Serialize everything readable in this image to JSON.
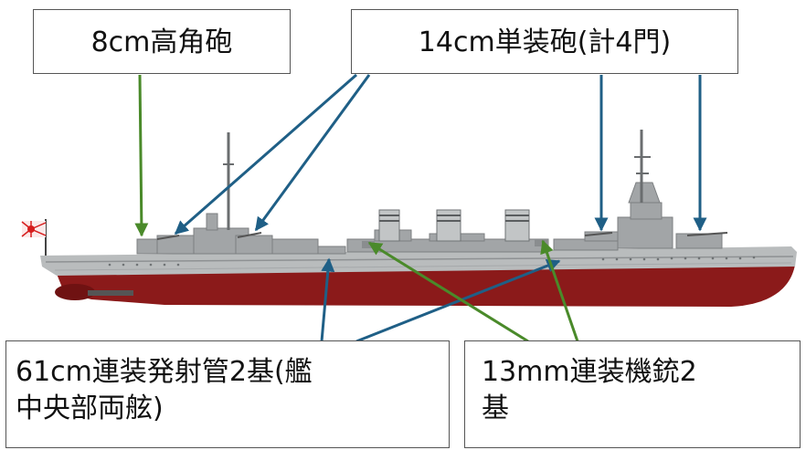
{
  "labels": {
    "aa_gun": "8cm高角砲",
    "main_guns": "14cm単装砲(計4門)",
    "torpedo_line1": "61cm連装発射管2基(艦",
    "torpedo_line2": "中央部両舷)",
    "mg_line1": "13mm連装機銃2",
    "mg_line2": "基"
  },
  "colors": {
    "green_arrow": "#4a8a2a",
    "blue_arrow": "#1f5f86",
    "hull_red": "#8b1a1a",
    "hull_grey": "#b9bcbd",
    "deck_grey": "#a2a5a7",
    "ensign_red": "#d61c1c"
  }
}
